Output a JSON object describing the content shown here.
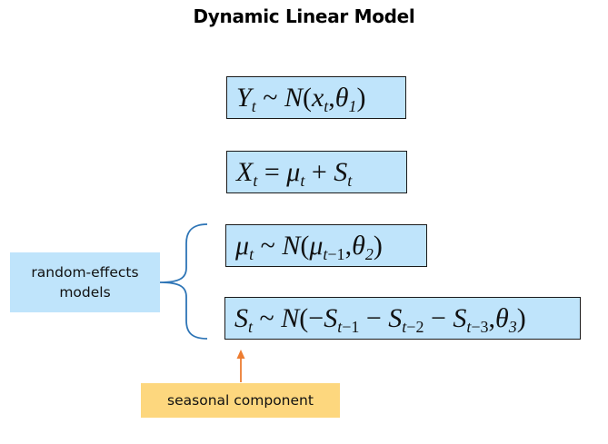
{
  "title": "Dynamic Linear Model",
  "equations": [
    {
      "id": "observation-equation",
      "latex": "Y_t \\sim N(x_t, \\theta_1)"
    },
    {
      "id": "state-decomposition",
      "latex": "X_t = \\mu_t + S_t"
    },
    {
      "id": "trend-equation",
      "latex": "\\mu_t \\sim N(\\mu_{t-1}, \\theta_2)"
    },
    {
      "id": "seasonal-equation",
      "latex": "S_t \\sim N(-S_{t-1} - S_{t-2} - S_{t-3}, \\theta_3)"
    }
  ],
  "annotations": {
    "random_effects": {
      "line1": "random-effects",
      "line2": "models"
    },
    "seasonal": "seasonal component"
  },
  "colors": {
    "equation_fill": "#bfe4fb",
    "label_fill": "#bfe4fb",
    "seasonal_fill": "#fdd77e",
    "brace": "#2e75b6",
    "arrow": "#ed7d31"
  }
}
